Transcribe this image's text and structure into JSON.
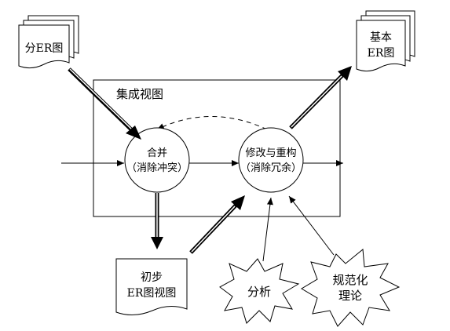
{
  "docs": {
    "sub_er": "分ER图",
    "basic_er": [
      "基本",
      "ER图"
    ],
    "initial_er": [
      "初步",
      "ER图视图"
    ]
  },
  "frame_title": "集成视图",
  "process": {
    "merge": [
      "合并",
      "（消除冲突）"
    ],
    "refine": [
      "修改与重构",
      "（消除冗余）"
    ]
  },
  "bursts": {
    "analysis": "分析",
    "normalization": [
      "规范化",
      "理论"
    ]
  }
}
